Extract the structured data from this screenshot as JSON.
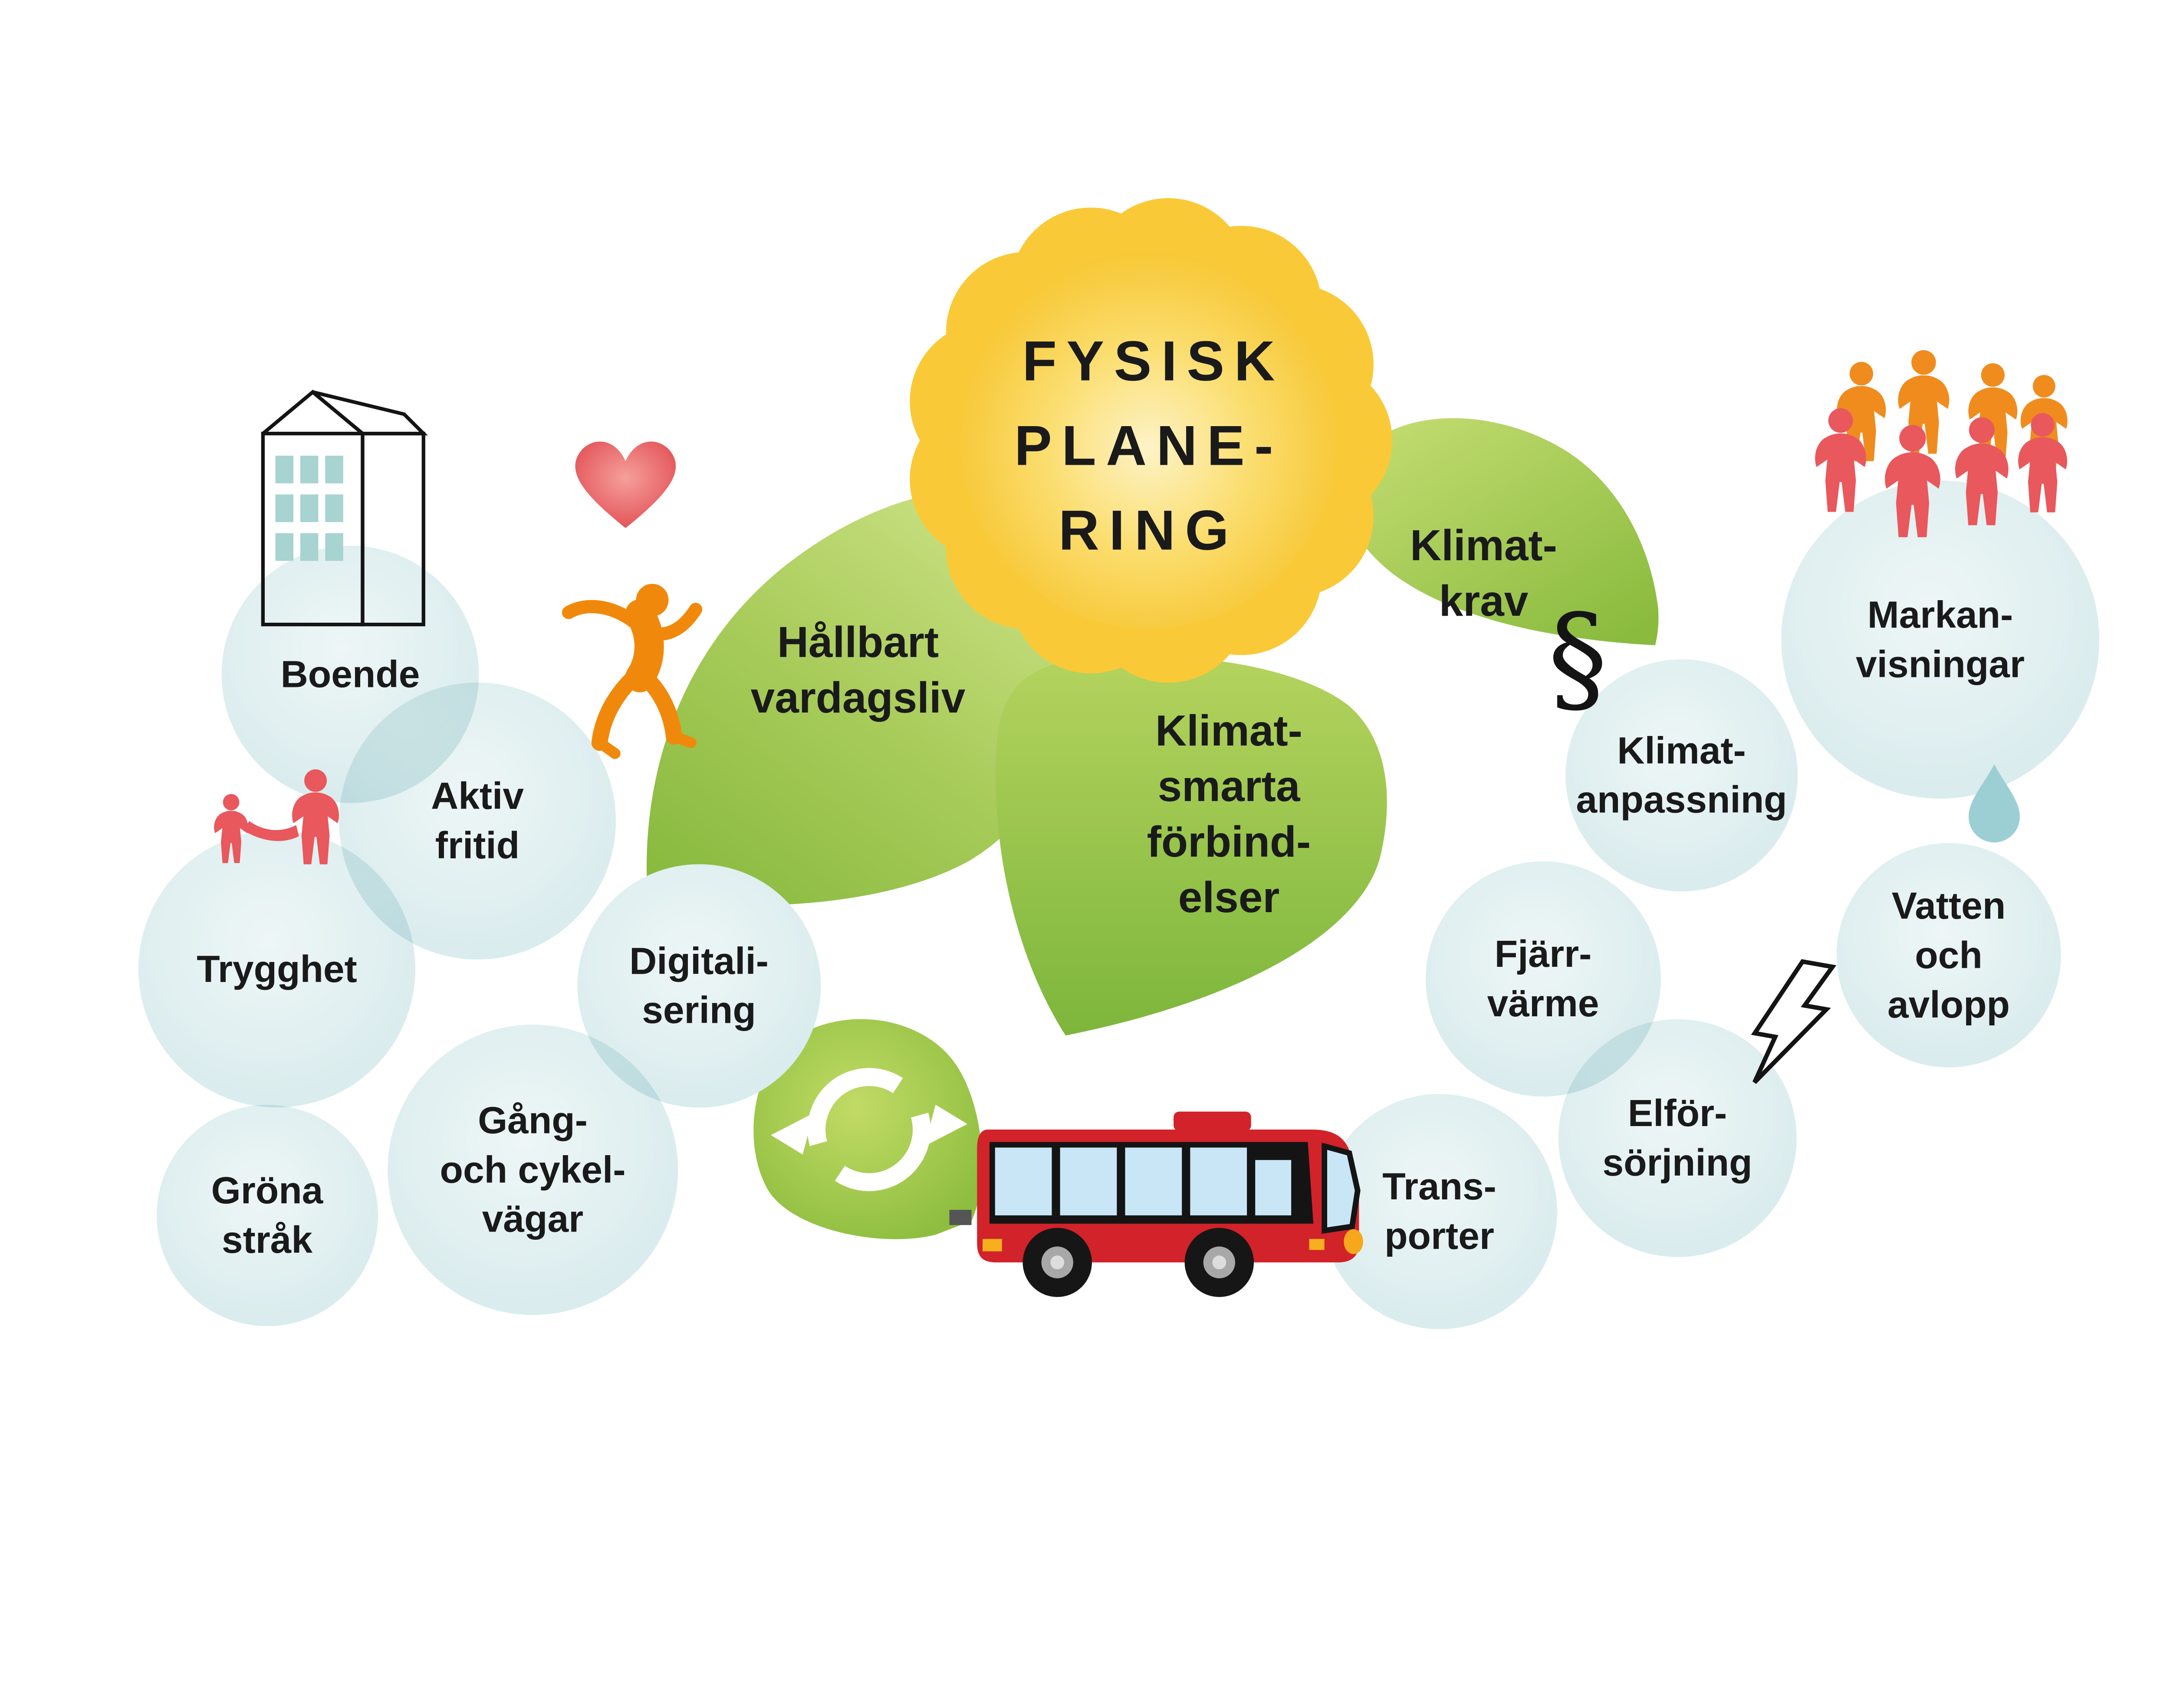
{
  "title": {
    "text": "FYSISK\nPLANE-\nRING"
  },
  "leaves": [
    {
      "name": "hallbart-vardagsliv",
      "label": "Hållbart\nvardagsliv"
    },
    {
      "name": "klimatsmarta-forbindelser",
      "label": "Klimat-\nsmarta\nförbind-\nelser"
    },
    {
      "name": "klimatkrav",
      "label": "Klimat-\nkrav"
    }
  ],
  "bubbles": [
    {
      "name": "boende",
      "label": "Boende"
    },
    {
      "name": "aktiv-fritid",
      "label": "Aktiv\nfritid"
    },
    {
      "name": "trygghet",
      "label": "Trygghet"
    },
    {
      "name": "grona-strak",
      "label": "Gröna\nstråk"
    },
    {
      "name": "gang-och-cykelvagar",
      "label": "Gång-\noch cykel-\nvägar"
    },
    {
      "name": "digitalisering",
      "label": "Digitali-\nsering"
    },
    {
      "name": "transporter",
      "label": "Trans-\nporter"
    },
    {
      "name": "fjarrvarme",
      "label": "Fjärr-\nvärme"
    },
    {
      "name": "elforsorjning",
      "label": "Elför-\nsörjning"
    },
    {
      "name": "klimatanpassning",
      "label": "Klimat-\nanpassning"
    },
    {
      "name": "markanvisningar",
      "label": "Markan-\nvisningar"
    },
    {
      "name": "vatten-och-avlopp",
      "label": "Vatten\noch\navlopp"
    }
  ],
  "symbols": {
    "paragraph_sign": "§"
  },
  "icons": {
    "flower-icon": "yellow scalloped sunflower disc",
    "leaf-icon": "green leaf shapes",
    "building-icon": "outlined apartment house with teal windows",
    "heart-icon": "red heart",
    "runner-icon": "orange running figure",
    "family-icon": "red adult and child holding hands",
    "crowd-icon": "group of orange and red people",
    "recycle-icon": "green bubble with white circular arrows",
    "bus-icon": "red city bus with light blue windows",
    "lightning-icon": "outlined lightning bolt",
    "water-drop-icon": "teal water drop",
    "paragraph-icon": "section sign"
  },
  "colors": {
    "petal_yellow": "#FAC937",
    "disc_center": "#FDF3C6",
    "leaf_green_dark": "#85B83C",
    "leaf_green_light": "#CBE184",
    "bubble_blue": "#D8EBED",
    "figure_red": "#E8585C",
    "figure_orange": "#F08C1E",
    "bus_red": "#D2222A",
    "window_blue": "#C9E6F7",
    "drop_teal": "#9CCFD4",
    "accent_yellow": "#F6B01E",
    "text_black": "#1A1A1A"
  }
}
